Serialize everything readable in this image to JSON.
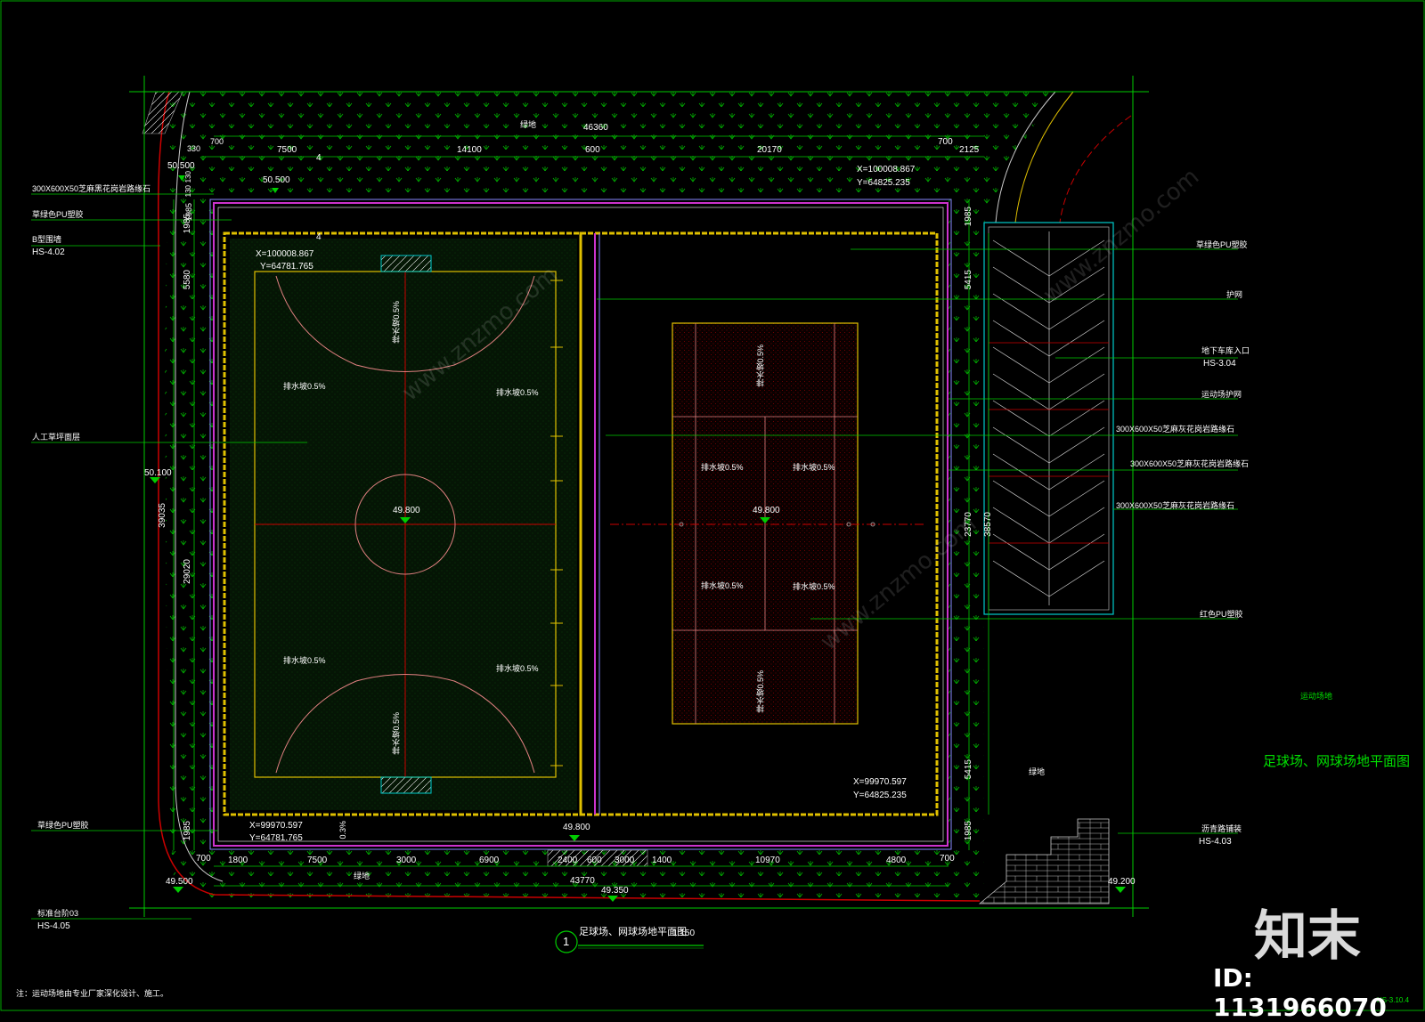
{
  "drawing": {
    "title_side": "足球场、网球场地平面图",
    "caption_number": "1",
    "caption_text": "足球场、网球场地平面图",
    "caption_scale": "1:150",
    "note": "注：运动场地由专业厂家深化设计、施工。",
    "sheet_number": "HS-3.10.4",
    "small_label": "运动场地"
  },
  "top_dims": {
    "overall": "46360",
    "segments": [
      "700",
      "7500",
      "14100",
      "600",
      "20170",
      "700",
      "2125"
    ],
    "left_small": [
      "330",
      "1985",
      "130",
      "130"
    ],
    "marker_4a": "4",
    "marker_4b": "4"
  },
  "bottom_dims": {
    "overall": "43770",
    "segments": [
      "700",
      "1800",
      "7500",
      "3000",
      "6900",
      "2400",
      "600",
      "3000",
      "1400",
      "10970",
      "4800",
      "700"
    ]
  },
  "left_dims": [
    "1985",
    "5580",
    "39035",
    "29020",
    "1985"
  ],
  "right_dims": [
    "1985",
    "5415",
    "23770",
    "38570",
    "5415",
    "1985"
  ],
  "elevations": {
    "top_left_a": "50.500",
    "top_left_b": "50.500",
    "left_mid": "50.100",
    "bottom_left": "49.500",
    "bottom_center": "49.350",
    "bottom_right": "49.200",
    "field_edge": "49.800",
    "soccer_center": "49.800",
    "tennis_center": "49.800"
  },
  "coords": {
    "tl_x": "X=100008.867",
    "tl_y": "Y=64781.765",
    "tr_x": "X=100008.867",
    "tr_y": "Y=64825.235",
    "br_x": "X=99970.597",
    "br_y": "Y=64825.235",
    "bl_x": "X=99970.597",
    "bl_y": "Y=64781.765"
  },
  "left_labels": [
    {
      "text": "300X600X50芝麻黑花岗岩路缘石",
      "sub": ""
    },
    {
      "text": "草绿色PU塑胶",
      "sub": ""
    },
    {
      "text": "B型围墙",
      "sub": "HS-4.02"
    },
    {
      "text": "人工草坪面层",
      "sub": ""
    },
    {
      "text": "草绿色PU塑胶",
      "sub": ""
    },
    {
      "text": "标准台阶03",
      "sub": "HS-4.05"
    }
  ],
  "right_labels": [
    {
      "text": "草绿色PU塑胶",
      "sub": ""
    },
    {
      "text": "护网",
      "sub": ""
    },
    {
      "text": "地下车库入口",
      "sub": "HS-3.04"
    },
    {
      "text": "运动场护网",
      "sub": ""
    },
    {
      "text": "300X600X50芝麻灰花岗岩路缘石",
      "sub": ""
    },
    {
      "text": "300X600X50芝麻灰花岗岩路缘石",
      "sub": ""
    },
    {
      "text": "300X600X50芝麻灰花岗岩路缘石",
      "sub": ""
    },
    {
      "text": "红色PU塑胶",
      "sub": ""
    },
    {
      "text": "沥青路铺装",
      "sub": "HS-4.03"
    }
  ],
  "green_labels": {
    "top": "绿地",
    "bottom": "绿地",
    "right": "绿地"
  },
  "slopes": {
    "s1": "排水坡0.5%",
    "s2": "排水坡0.5%",
    "s3": "排水坡0.5%",
    "s4": "排水坡0.5%",
    "s5": "排水坡0.5%",
    "s6": "排水坡0.5%",
    "t1": "排水坡0.5%",
    "t2": "排水坡0.5%",
    "t3": "排水坡0.5%",
    "t4": "排水坡0.5%",
    "t5": "排水坡0.5%",
    "t6": "排水坡0.5%",
    "small": "0.3%"
  },
  "watermark": {
    "logo": "知末",
    "id": "ID: 1131966070",
    "site": "www.znzmo.com"
  },
  "colors": {
    "background": "#000000",
    "line_green": "#00cc00",
    "magenta": "#cc33cc",
    "yellow": "#e0c000",
    "red": "#cc0000",
    "pink": "#e08080",
    "cyan": "#00cccc",
    "white": "#ffffff"
  }
}
